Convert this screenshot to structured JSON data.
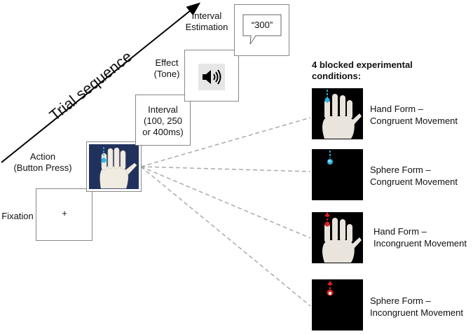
{
  "trial_sequence_label": "Trial sequence",
  "steps": {
    "fixation": {
      "label": "Fixation",
      "symbol": "+"
    },
    "action": {
      "label_line1": "Action",
      "label_line2": "(Button Press)"
    },
    "interval": {
      "line1": "Interval",
      "line2": "(100, 250",
      "line3": "or 400ms)"
    },
    "effect": {
      "label_line1": "Effect",
      "label_line2": "(Tone)"
    },
    "estimation": {
      "label_line1": "Interval",
      "label_line2": "Estimation",
      "speech_text": "“300”"
    }
  },
  "conditions_title_line1": "4 blocked experimental",
  "conditions_title_line2": "conditions:",
  "conditions": [
    {
      "line1": "Hand Form –",
      "line2": "Congruent Movement",
      "form": "hand",
      "marker": "dashed-cyan"
    },
    {
      "line1": "Sphere Form –",
      "line2": "Congruent Movement",
      "form": "sphere",
      "marker": "dashed-cyan"
    },
    {
      "line1": "Hand Form –",
      "line2": "Incongruent Movement",
      "form": "hand",
      "marker": "red-arrow"
    },
    {
      "line1": "Sphere Form –",
      "line2": "Incongruent Movement",
      "form": "sphere",
      "marker": "red-arrow"
    }
  ],
  "colors": {
    "line": "#aaaaaa",
    "border": "#888888",
    "cyan": "#2fb6e6",
    "red": "#e02020"
  }
}
